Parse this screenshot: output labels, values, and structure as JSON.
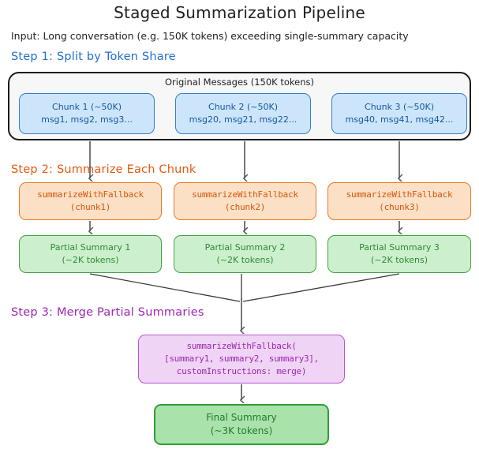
{
  "diagram": {
    "title": "Staged Summarization Pipeline",
    "subtitle": "Input: Long conversation (e.g. 150K tokens) exceeding single-summary capacity",
    "colors": {
      "step1": "#1f6fd0",
      "step2": "#e8590c",
      "step3": "#9c27b0",
      "chunk_fill": "#cde5fa",
      "chunk_border": "#2f7fd1",
      "fn_fill": "#fbe0c6",
      "fn_border": "#ee7722",
      "partial_fill": "#ccefcd",
      "partial_border": "#46a04a",
      "merge_fill": "#f0d4f5",
      "merge_border": "#b754cd",
      "final_fill": "#a9e3ab",
      "final_border": "#2f9e36",
      "container_border": "#1c1c1c",
      "arrow": "#555555"
    },
    "steps": [
      {
        "id": "step1",
        "label": "Step 1: Split by Token Share"
      },
      {
        "id": "step2",
        "label": "Step 2: Summarize Each Chunk"
      },
      {
        "id": "step3",
        "label": "Step 3: Merge Partial Summaries"
      }
    ],
    "group": {
      "title": "Original Messages (150K tokens)"
    },
    "chunks": [
      {
        "line1": "Chunk 1 (~50K)",
        "line2": "msg1, msg2, msg3..."
      },
      {
        "line1": "Chunk 2 (~50K)",
        "line2": "msg20, msg21, msg22..."
      },
      {
        "line1": "Chunk 3 (~50K)",
        "line2": "msg40, msg41, msg42..."
      }
    ],
    "functions": [
      {
        "line1": "summarizeWithFallback",
        "line2": "(chunk1)"
      },
      {
        "line1": "summarizeWithFallback",
        "line2": "(chunk2)"
      },
      {
        "line1": "summarizeWithFallback",
        "line2": "(chunk3)"
      }
    ],
    "partials": [
      {
        "line1": "Partial Summary 1",
        "line2": "(~2K tokens)"
      },
      {
        "line1": "Partial Summary 2",
        "line2": "(~2K tokens)"
      },
      {
        "line1": "Partial Summary 3",
        "line2": "(~2K tokens)"
      }
    ],
    "merge": {
      "line1": "summarizeWithFallback(",
      "line2": "[summary1, summary2, summary3],",
      "line3": "customInstructions: merge)"
    },
    "final": {
      "line1": "Final Summary",
      "line2": "(~3K tokens)"
    }
  }
}
